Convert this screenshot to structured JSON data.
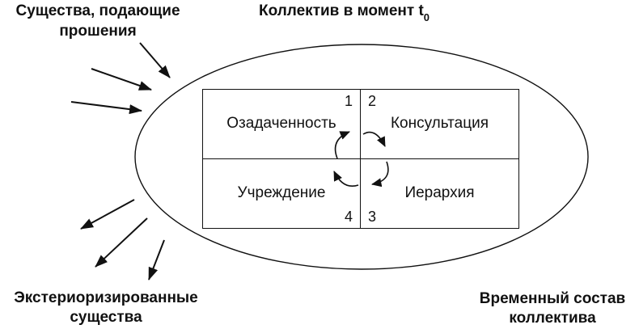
{
  "diagram": {
    "top_left_label": {
      "line1": "Существа, подающие",
      "line2": "прошения"
    },
    "top_center_label": {
      "text": "Коллектив в момент t",
      "subscript": "0"
    },
    "bottom_left_label": {
      "line1": "Экстериоризированные",
      "line2": "существа"
    },
    "bottom_right_label": {
      "line1": "Временный состав",
      "line2": "коллектива"
    },
    "cells": {
      "c1": {
        "number": "1",
        "label": "Озадаченность"
      },
      "c2": {
        "number": "2",
        "label": "Консультация"
      },
      "c3": {
        "number": "3",
        "label": "Иерархия"
      },
      "c4": {
        "number": "4",
        "label": "Учреждение"
      }
    },
    "cycle_order": "1-2-3-4-1",
    "colors": {
      "ink": "#111111",
      "background": "#ffffff"
    }
  }
}
